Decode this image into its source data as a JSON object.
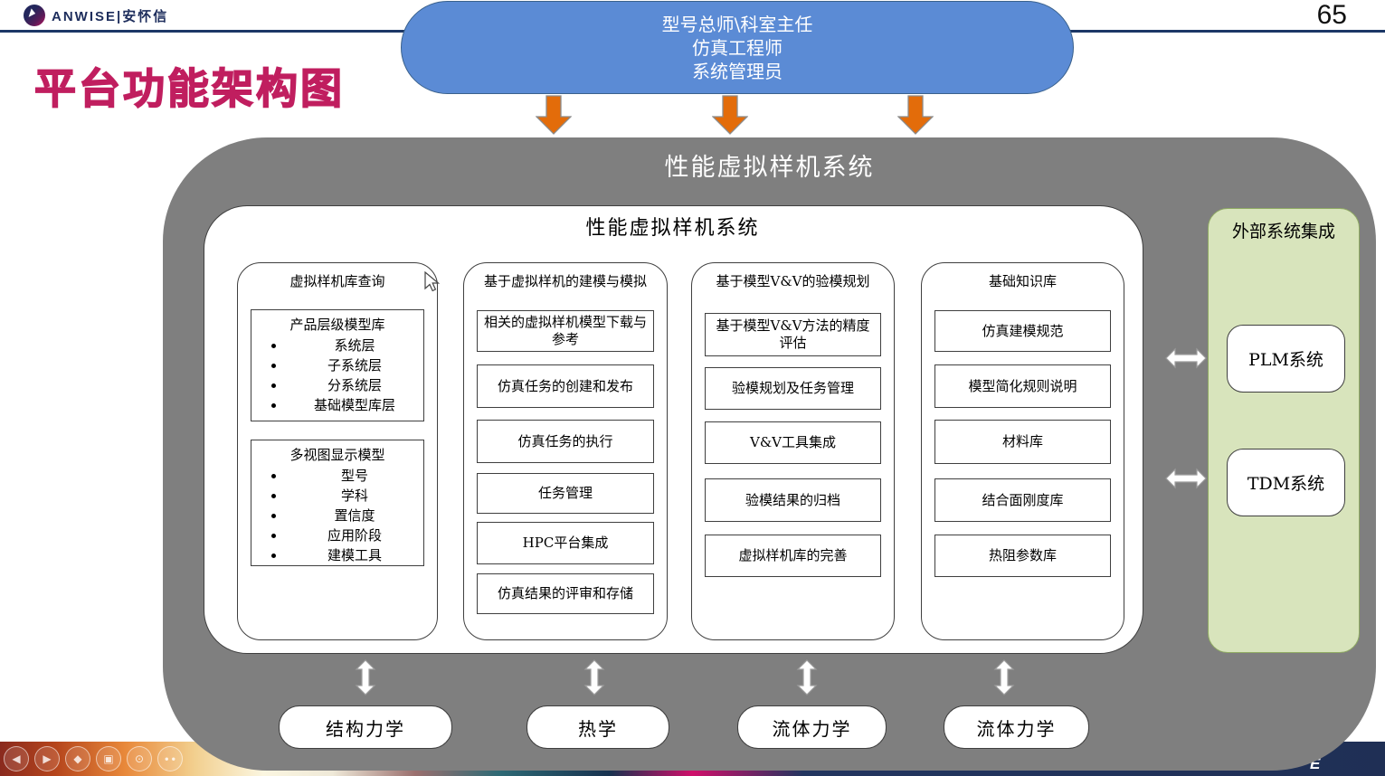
{
  "header": {
    "logo_text": "ANWISE|安怀信",
    "page_number": "65",
    "slide_title": "平台功能架构图"
  },
  "roles_banner": {
    "line1": "型号总师\\科室主任",
    "line2": "仿真工程师",
    "line3": "系统管理员"
  },
  "system": {
    "outer_title": "性能虚拟样机系统",
    "inner_title": "性能虚拟样机系统",
    "columns": [
      {
        "title": "虚拟样机库查询",
        "groups": [
          {
            "heading": "产品层级模型库",
            "bullets": [
              "系统层",
              "子系统层",
              "分系统层",
              "基础模型库层"
            ]
          },
          {
            "heading": "多视图显示模型",
            "bullets": [
              "型号",
              "学科",
              "置信度",
              "应用阶段",
              "建模工具"
            ]
          }
        ]
      },
      {
        "title": "基于虚拟样机的建模与模拟",
        "boxes": [
          "相关的虚拟样机模型下载与参考",
          "仿真任务的创建和发布",
          "仿真任务的执行",
          "任务管理",
          "HPC平台集成",
          "仿真结果的评审和存储"
        ]
      },
      {
        "title": "基于模型V&V的验模规划",
        "boxes": [
          "基于模型V&V方法的精度评估",
          "验模规划及任务管理",
          "V&V工具集成",
          "验模结果的归档",
          "虚拟样机库的完善"
        ]
      },
      {
        "title": "基础知识库",
        "boxes": [
          "仿真建模规范",
          "模型简化规则说明",
          "材料库",
          "结合面刚度库",
          "热阻参数库"
        ]
      }
    ]
  },
  "external": {
    "title": "外部系统集成",
    "systems": [
      "PLM系统",
      "TDM系统"
    ]
  },
  "disciplines": [
    "结构力学",
    "热学",
    "流体力学",
    "流体力学"
  ],
  "footer": {
    "partial_brand": "E",
    "nav_icons": [
      "◀",
      "▶",
      "◆",
      "▣",
      "⊙",
      "∙∙"
    ]
  },
  "colors": {
    "accent_magenta": "#c01e5f",
    "banner_blue": "#5b8bd5",
    "arrow_orange": "#e36c0a",
    "container_gray": "#7f7f7f",
    "external_green": "#d8e4bc",
    "header_navy": "#1c3766"
  }
}
